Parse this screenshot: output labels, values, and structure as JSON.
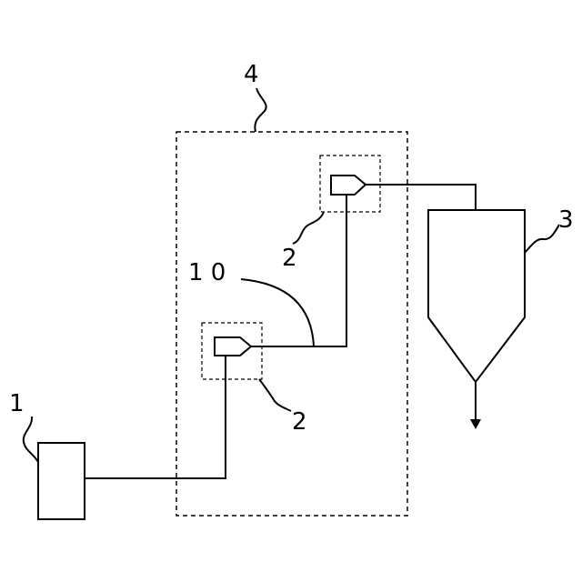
{
  "labels": {
    "source": "1",
    "nozzle_lower": "2",
    "nozzle_upper": "2",
    "cyclone": "3",
    "enclosure": "4",
    "pipe": "1 0"
  }
}
